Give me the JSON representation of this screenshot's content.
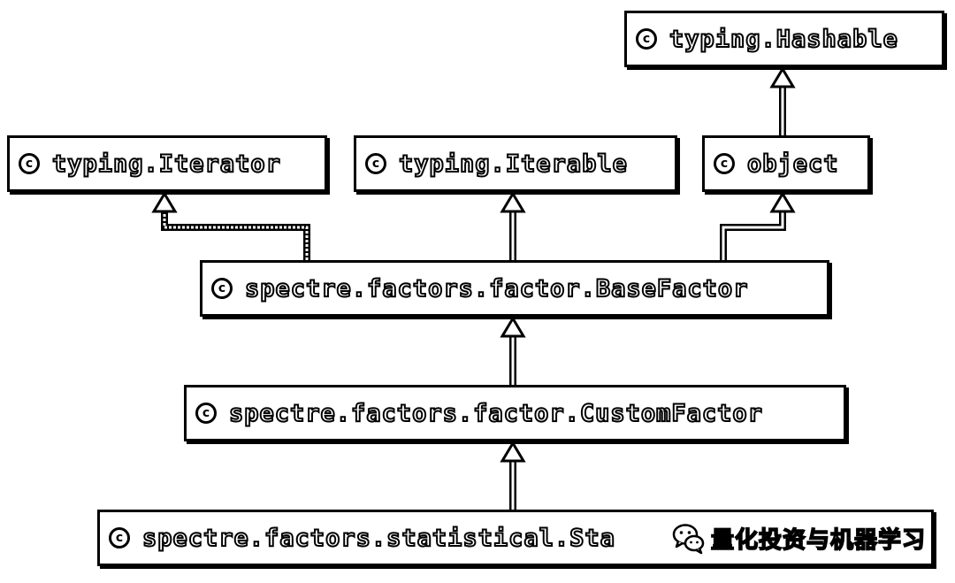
{
  "diagram": {
    "class_icon_letter": "c",
    "nodes": {
      "hashable": "typing.Hashable",
      "iterator": "typing.Iterator",
      "iterable": "typing.Iterable",
      "object": "object",
      "base_factor": "spectre.factors.factor.BaseFactor",
      "custom_factor": "spectre.factors.factor.CustomFactor",
      "statistical": "spectre.factors.statistical.Sta"
    },
    "edges": [
      {
        "from": "object",
        "to": "hashable",
        "style": "solid"
      },
      {
        "from": "base_factor",
        "to": "iterator",
        "style": "dashed"
      },
      {
        "from": "base_factor",
        "to": "iterable",
        "style": "solid"
      },
      {
        "from": "base_factor",
        "to": "object",
        "style": "solid"
      },
      {
        "from": "custom_factor",
        "to": "base_factor",
        "style": "solid"
      },
      {
        "from": "statistical",
        "to": "custom_factor",
        "style": "solid"
      }
    ]
  },
  "watermark": {
    "icon": "wechat-icon",
    "text": "量化投资与机器学习"
  }
}
